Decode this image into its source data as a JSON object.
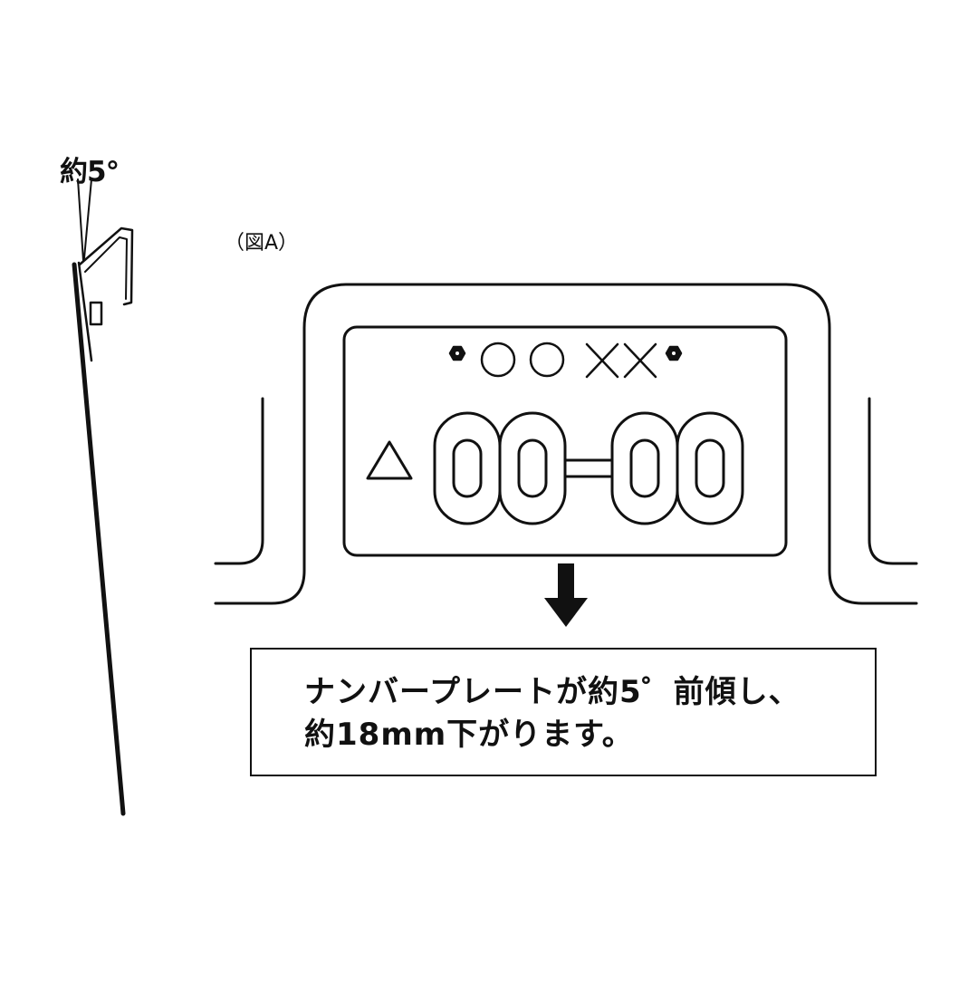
{
  "labels": {
    "angle": "約5°",
    "figure": "（図A）"
  },
  "plate": {
    "top_text_circles": "○○",
    "top_text_crosses": "XX",
    "prefix": "△",
    "number": "00-00"
  },
  "note": {
    "line1": "ナンバープレートが約5゜前傾し、",
    "line2": "約18mm下がります。"
  },
  "colors": {
    "line": "#111111",
    "background": "#ffffff"
  },
  "icons": {
    "arrow": "arrow-down-icon",
    "screw": "hex-screw-icon"
  }
}
